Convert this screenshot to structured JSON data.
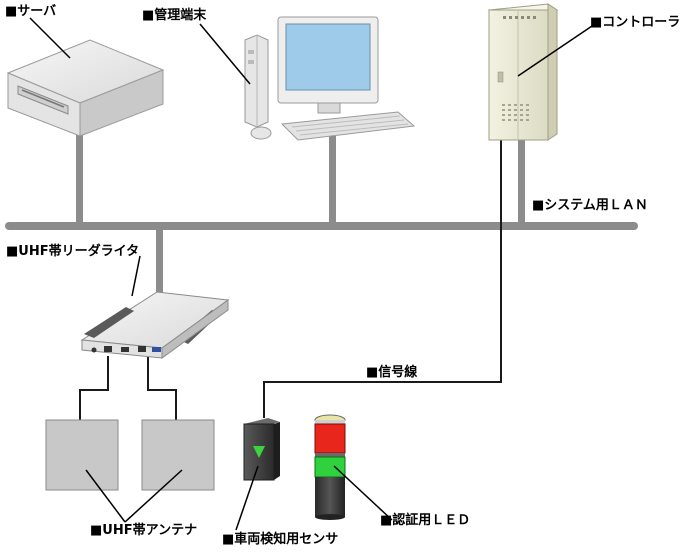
{
  "labels": {
    "server": "■サーバ",
    "management_terminal": "■管理端末",
    "controller": "■コントローラ",
    "system_lan": "■システム用ＬＡＮ",
    "uhf_reader_writer": "■UHF帯リーダライタ",
    "signal_line": "■信号線",
    "uhf_antenna": "■UHF帯アンテナ",
    "vehicle_sensor": "■車両検知用センサ",
    "auth_led": "■認証用ＬＥＤ"
  },
  "colors": {
    "lan_bus": "#8c8c8c",
    "signal_line": "#1a1a1a",
    "led_red": "#e8261c",
    "led_green": "#2fd23c",
    "sensor_indicator": "#3fd23f",
    "monitor_screen": "#9ecbea",
    "antenna_panel": "#c8c8c8",
    "controller_body": "#ecebd6"
  }
}
